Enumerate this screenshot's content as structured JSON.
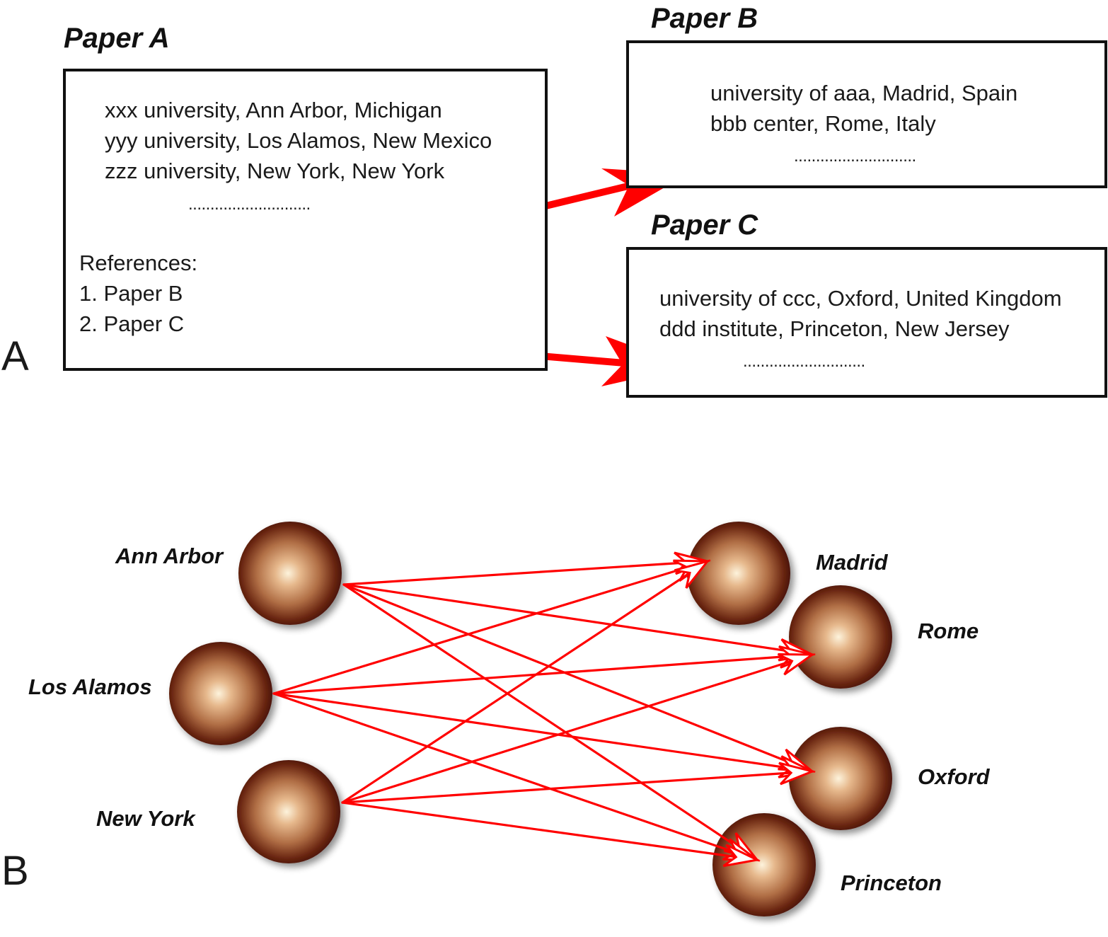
{
  "panels": {
    "a": "A",
    "b": "B"
  },
  "paper_a": {
    "title": "Paper A",
    "affiliations": [
      "xxx university, Ann Arbor, Michigan",
      "yyy university, Los Alamos, New Mexico",
      "zzz university, New York, New York"
    ],
    "ellipsis": "............................",
    "references_heading": "References:",
    "references": [
      "1. Paper B",
      "2. Paper C"
    ]
  },
  "paper_b": {
    "title": "Paper B",
    "affiliations": [
      "university of aaa, Madrid, Spain",
      "bbb center, Rome, Italy"
    ],
    "ellipsis": "............................"
  },
  "paper_c": {
    "title": "Paper C",
    "affiliations": [
      "university of ccc, Oxford, United Kingdom",
      "ddd institute, Princeton, New Jersey"
    ],
    "ellipsis": "............................"
  },
  "network": {
    "sources": [
      "Ann Arbor",
      "Los Alamos",
      "New York"
    ],
    "targets": [
      "Madrid",
      "Rome",
      "Oxford",
      "Princeton"
    ],
    "edges": [
      [
        "Ann Arbor",
        "Madrid"
      ],
      [
        "Ann Arbor",
        "Rome"
      ],
      [
        "Ann Arbor",
        "Oxford"
      ],
      [
        "Ann Arbor",
        "Princeton"
      ],
      [
        "Los Alamos",
        "Madrid"
      ],
      [
        "Los Alamos",
        "Rome"
      ],
      [
        "Los Alamos",
        "Oxford"
      ],
      [
        "Los Alamos",
        "Princeton"
      ],
      [
        "New York",
        "Madrid"
      ],
      [
        "New York",
        "Rome"
      ],
      [
        "New York",
        "Oxford"
      ],
      [
        "New York",
        "Princeton"
      ]
    ]
  },
  "colors": {
    "arrow": "#ff0000",
    "node_highlight": "#fdf3dc",
    "node_mid": "#b06e45",
    "node_dark": "#3e0d04",
    "box_border": "#111111"
  }
}
